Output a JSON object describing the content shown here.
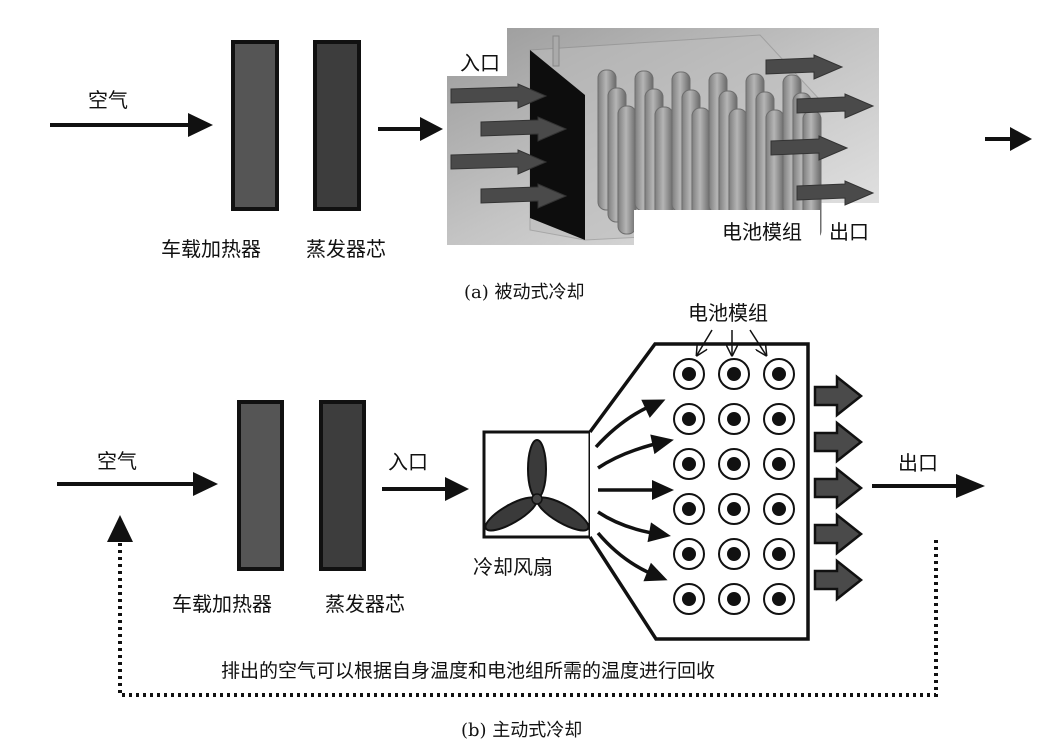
{
  "figure_a": {
    "caption": "(a)  被动式冷却",
    "air_label": "空气",
    "heater_label": "车载加热器",
    "evaporator_label": "蒸发器芯",
    "inlet_label": "入口",
    "outlet_label": "出口",
    "battery_module_label": "电池模组"
  },
  "figure_b": {
    "caption": "(b) 主动式冷却",
    "air_label": "空气",
    "heater_label": "车载加热器",
    "evaporator_label": "蒸发器芯",
    "inlet_label": "入口",
    "outlet_label": "出口",
    "fan_label": "冷却风扇",
    "battery_module_label": "电池模组",
    "recycle_note": "排出的空气可以根据自身温度和电池组所需的温度进行回收",
    "cell_grid": {
      "rows": 6,
      "cols": 3
    },
    "fan_airflow_arrows": 5,
    "outlet_block_arrows": 5
  },
  "colors": {
    "heater_fill": "#555555",
    "evaporator_fill": "#3d3d3d",
    "outline": "#111111",
    "arrow_fill": "#4a4a4a",
    "panel_bg": "#b8b8b8"
  }
}
